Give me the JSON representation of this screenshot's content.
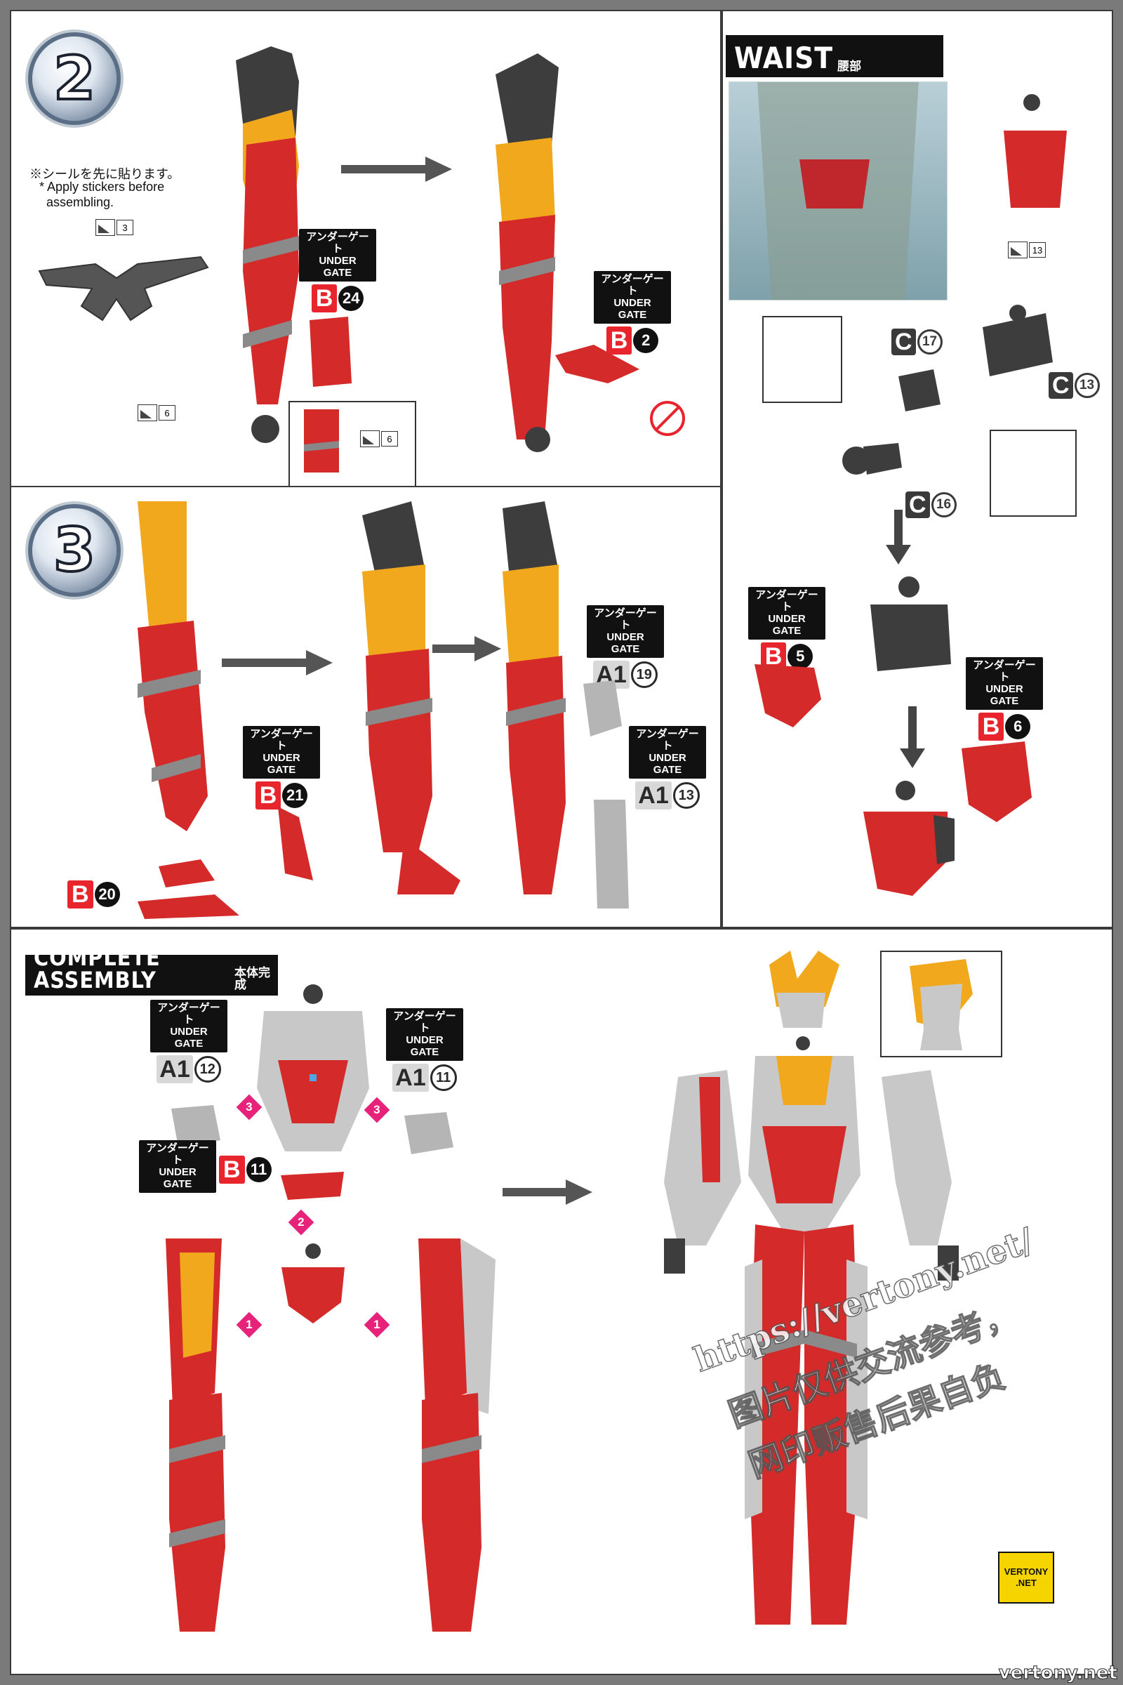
{
  "step2": {
    "number": "2",
    "note_jp": "※シールを先に貼ります。",
    "note_en_1": "* Apply stickers before",
    "note_en_2": "assembling.",
    "sticker_a": "3",
    "sticker_b": "6",
    "sticker_c": "6",
    "gate1": {
      "jp": "アンダーゲート",
      "en": "UNDER GATE",
      "letter": "B",
      "num": "24"
    },
    "gate2": {
      "jp": "アンダーゲート",
      "en": "UNDER GATE",
      "letter": "B",
      "num": "2"
    }
  },
  "step3": {
    "number": "3",
    "gate_b21": {
      "jp": "アンダーゲート",
      "en": "UNDER GATE",
      "letter": "B",
      "num": "21"
    },
    "gate_a19": {
      "jp": "アンダーゲート",
      "en": "UNDER GATE",
      "letter": "A1",
      "num": "19"
    },
    "gate_a13": {
      "jp": "アンダーゲート",
      "en": "UNDER GATE",
      "letter": "A1",
      "num": "13"
    },
    "part_b20": {
      "letter": "B",
      "num": "20"
    }
  },
  "waist": {
    "title": "WAIST",
    "title_jp": "腰部",
    "sticker": "13",
    "c17": {
      "letter": "C",
      "num": "17"
    },
    "c13": {
      "letter": "C",
      "num": "13"
    },
    "c16": {
      "letter": "C",
      "num": "16"
    },
    "gate_b5": {
      "jp": "アンダーゲート",
      "en": "UNDER GATE",
      "letter": "B",
      "num": "5"
    },
    "gate_b6": {
      "jp": "アンダーゲート",
      "en": "UNDER GATE",
      "letter": "B",
      "num": "6"
    }
  },
  "complete": {
    "title": "COMPLETE ASSEMBLY",
    "title_jp": "本体完成",
    "gate_a12": {
      "jp": "アンダーゲート",
      "en": "UNDER GATE",
      "letter": "A1",
      "num": "12"
    },
    "gate_a11": {
      "jp": "アンダーゲート",
      "en": "UNDER GATE",
      "letter": "A1",
      "num": "11"
    },
    "gate_b11": {
      "jp": "アンダーゲート",
      "en": "UNDER GATE",
      "letter": "B",
      "num": "11"
    },
    "order1": "1",
    "order2": "2",
    "order3": "3"
  },
  "watermark": {
    "line1": "https://vertony.net/",
    "line2": "图片仅供交流参考，",
    "line3": "网印贩售后果自负"
  },
  "logo": {
    "line1": "VERTONY",
    "line2": ".NET"
  },
  "footer": "vertony.net",
  "colors": {
    "red": "#d42a2a",
    "yellow": "#f2a81d",
    "grey": "#9a9a9a",
    "dark": "#3d3d3d",
    "pink": "#e6227a"
  }
}
